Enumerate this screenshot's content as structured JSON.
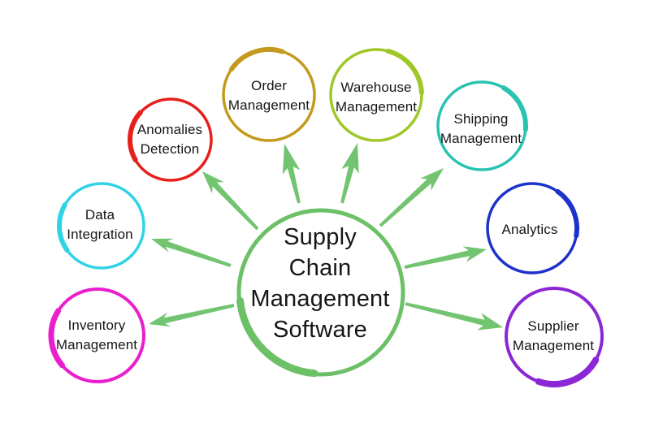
{
  "diagram_title": "Supply Chain Management Software",
  "center": {
    "id": "supply-chain-management-software",
    "label": "Supply\nChain\nManagement\nSoftware",
    "color": "#6cc066"
  },
  "colors": {
    "arrow": "#72c471",
    "text": "#161616",
    "background": "#ffffff"
  },
  "nodes": [
    {
      "id": "anomalies-detection",
      "label": "Anomalies\nDetection",
      "color": "#e8201c"
    },
    {
      "id": "order-management",
      "label": "Order\nManagement",
      "color": "#c39a1d"
    },
    {
      "id": "warehouse-management",
      "label": "Warehouse\nManagement",
      "color": "#9ec827"
    },
    {
      "id": "shipping-management",
      "label": "Shipping\nManagement",
      "color": "#29c3b1"
    },
    {
      "id": "analytics",
      "label": "Analytics",
      "color": "#1d32cb"
    },
    {
      "id": "supplier-management",
      "label": "Supplier\nManagement",
      "color": "#8b27d4"
    },
    {
      "id": "inventory-management",
      "label": "Inventory\nManagement",
      "color": "#ea1ecd"
    },
    {
      "id": "data-integration",
      "label": "Data\nIntegration",
      "color": "#2fd3e6"
    }
  ]
}
